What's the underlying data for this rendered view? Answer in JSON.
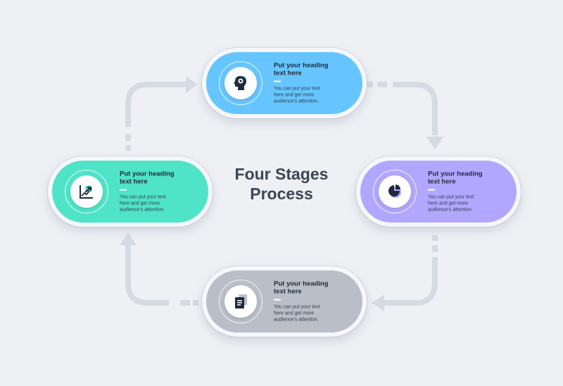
{
  "title": "Four Stages\nProcess",
  "stages": [
    {
      "heading": "Put your heading\ntext here",
      "body": "You can put your text\nhere and get more\naudience's attention.",
      "icon": "head-idea-icon",
      "color": "#66c5ff"
    },
    {
      "heading": "Put your heading\ntext here",
      "body": "You can put your text\nhere and get more\naudience's attention.",
      "icon": "pie-chart-icon",
      "color": "#b1a7ff"
    },
    {
      "heading": "Put your heading\ntext here",
      "body": "You can put your text\nhere and get more\naudience's attention.",
      "icon": "documents-icon",
      "color": "#b9bec8"
    },
    {
      "heading": "Put your heading\ntext here",
      "body": "You can put your text\nhere and get more\naudience's attention.",
      "icon": "growth-chart-icon",
      "color": "#4fe3c8"
    }
  ],
  "connector_color": "#d6dae2",
  "flow": "clockwise"
}
